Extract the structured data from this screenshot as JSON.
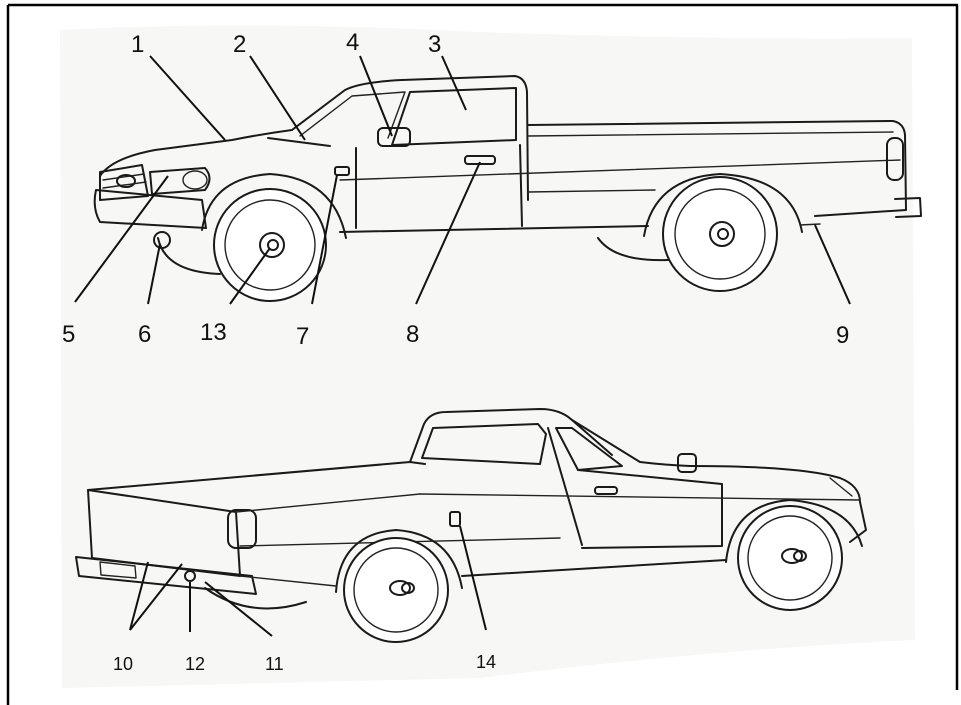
{
  "top_view_callouts": {
    "n1": "1",
    "n2": "2",
    "n3": "3",
    "n4": "4",
    "n5": "5",
    "n6": "6",
    "n7": "7",
    "n8": "8",
    "n9": "9",
    "n13": "13"
  },
  "bottom_view_callouts": {
    "n10": "10",
    "n11": "11",
    "n12": "12",
    "n14": "14"
  }
}
